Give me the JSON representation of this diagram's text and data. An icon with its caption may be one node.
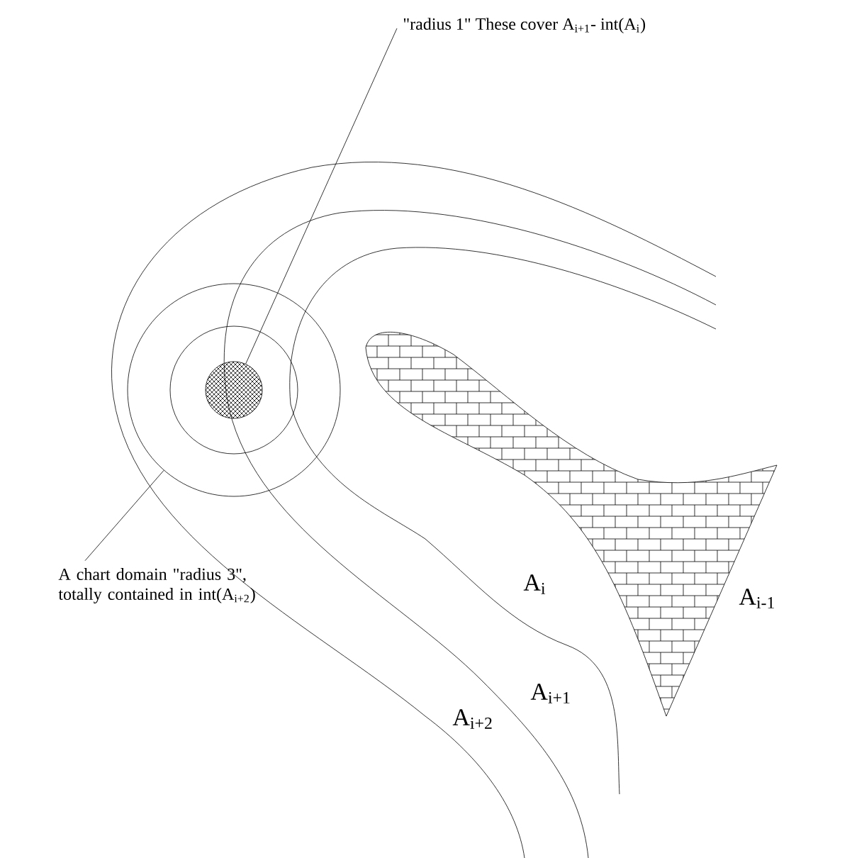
{
  "diagram": {
    "nodes": [
      {
        "text": [
          "\"radius 1\" These cover A$_{i+1}$- int(A$_{i}$)"
        ]
      },
      {
        "text": [
          "A chart domain \"radius 3\", totally contained in int(A$_{i+2}$)"
        ]
      },
      {
        "text": [],
        "shape": "circle",
        "in": 3
      },
      {
        "text": [],
        "shape": "circle"
      }
    ],
    "edges": [
      {
        "from": 0,
        "to": 2,
        "arrow": "none"
      },
      {
        "from": 1,
        "to": 3,
        "arrow": "none"
      }
    ],
    "labels": [
      "A$_{i}$",
      "A$_{i-1}$",
      "A$_{i+1}$",
      "A$_{i+2}$"
    ]
  }
}
